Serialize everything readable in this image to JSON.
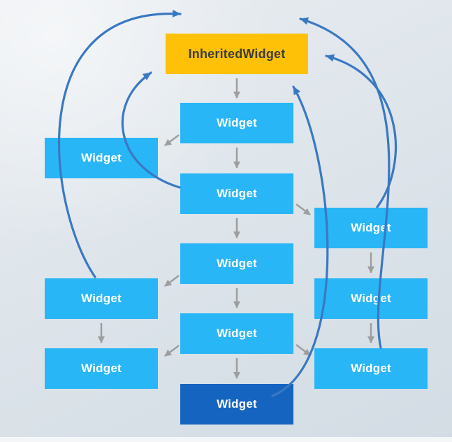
{
  "diagram": {
    "nodes": {
      "inherited_widget": "InheritedWidget",
      "center_widget_1": "Widget",
      "center_widget_2": "Widget",
      "center_widget_3": "Widget",
      "center_widget_4": "Widget",
      "center_widget_5": "Widget",
      "left_widget_1": "Widget",
      "left_widget_2": "Widget",
      "left_widget_3": "Widget",
      "right_widget_1": "Widget",
      "right_widget_2": "Widget",
      "right_widget_3": "Widget"
    },
    "colors": {
      "background_top": "#e9edf1",
      "background_bottom": "#d3dce4",
      "widget_box": "#29b6f6",
      "widget_box_dark": "#1565c0",
      "inherited_box": "#ffc107",
      "widget_text": "#ffffff",
      "inherited_text": "#3d3d3d",
      "tree_arrow": "#9e9e9e",
      "dependency_arrow": "#3a78c2",
      "bottom_strip": "#f4f6f8"
    },
    "tree_edges": [
      {
        "from": "inherited_widget",
        "to": "center_widget_1"
      },
      {
        "from": "center_widget_1",
        "to": "left_widget_1"
      },
      {
        "from": "center_widget_1",
        "to": "center_widget_2"
      },
      {
        "from": "center_widget_2",
        "to": "right_widget_1"
      },
      {
        "from": "center_widget_2",
        "to": "center_widget_3"
      },
      {
        "from": "center_widget_3",
        "to": "left_widget_2"
      },
      {
        "from": "center_widget_3",
        "to": "center_widget_4"
      },
      {
        "from": "center_widget_4",
        "to": "left_widget_3"
      },
      {
        "from": "center_widget_4",
        "to": "right_widget_3"
      },
      {
        "from": "center_widget_4",
        "to": "center_widget_5"
      },
      {
        "from": "left_widget_2",
        "to": "left_widget_3"
      },
      {
        "from": "right_widget_1",
        "to": "right_widget_2"
      },
      {
        "from": "right_widget_2",
        "to": "right_widget_3"
      }
    ],
    "dependency_edges": [
      {
        "from": "left_widget_2",
        "to": "inherited_widget"
      },
      {
        "from": "center_widget_2",
        "to": "inherited_widget"
      },
      {
        "from": "right_widget_1",
        "to": "inherited_widget"
      },
      {
        "from": "right_widget_3",
        "to": "inherited_widget"
      },
      {
        "from": "center_widget_5",
        "to": "inherited_widget"
      }
    ]
  }
}
